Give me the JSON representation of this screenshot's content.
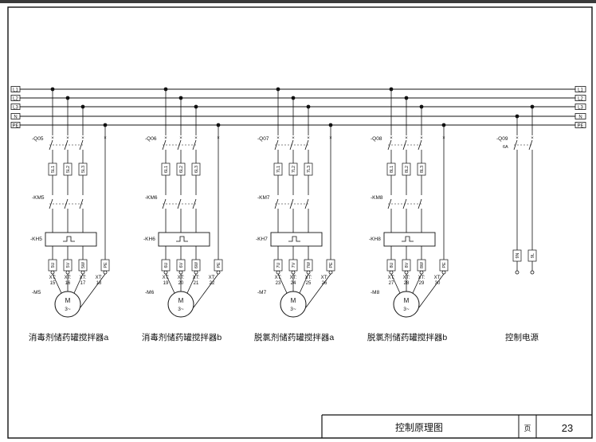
{
  "buses": [
    "L1",
    "L2",
    "L3",
    "N",
    "PE"
  ],
  "circuits": [
    {
      "breaker": "-Q05",
      "contactor": "-KM5",
      "relay": "-KH5",
      "motor": "-M5",
      "motor_label": "M",
      "motor_phase": "3~",
      "wires": [
        "5L1",
        "5L2",
        "5L3"
      ],
      "out_wires": [
        "5U",
        "5V",
        "5W",
        "PE"
      ],
      "terminal_prefix": "XT:",
      "terminals": [
        "15",
        "16",
        "17",
        "18"
      ],
      "name": "消毒剂储药罐搅拌器a"
    },
    {
      "breaker": "-Q06",
      "contactor": "-KM6",
      "relay": "-KH6",
      "motor": "-M6",
      "motor_label": "M",
      "motor_phase": "3~",
      "wires": [
        "6L1",
        "6L2",
        "6L3"
      ],
      "out_wires": [
        "6U",
        "6V",
        "6W",
        "PE"
      ],
      "terminal_prefix": "XT:",
      "terminals": [
        "19",
        "20",
        "21",
        "22"
      ],
      "name": "消毒剂储药罐搅拌器b"
    },
    {
      "breaker": "-Q07",
      "contactor": "-KM7",
      "relay": "-KH7",
      "motor": "-M7",
      "motor_label": "M",
      "motor_phase": "3~",
      "wires": [
        "7L1",
        "7L2",
        "7L3"
      ],
      "out_wires": [
        "7U",
        "7V",
        "7W",
        "PE"
      ],
      "terminal_prefix": "XT:",
      "terminals": [
        "23",
        "24",
        "25",
        "26"
      ],
      "name": "脱氯剂储药罐搅拌器a"
    },
    {
      "breaker": "-Q08",
      "contactor": "-KM8",
      "relay": "-KH8",
      "motor": "-M8",
      "motor_label": "M",
      "motor_phase": "3~",
      "wires": [
        "8L1",
        "8L2",
        "8L3"
      ],
      "out_wires": [
        "8U",
        "8V",
        "8W",
        "PE"
      ],
      "terminal_prefix": "XT:",
      "terminals": [
        "27",
        "28",
        "29",
        "30"
      ],
      "name": "脱氯剂储药罐搅拌器b"
    }
  ],
  "control_power": {
    "breaker": "-Q09",
    "rating": "6A",
    "wires": [
      "9N",
      "9L"
    ],
    "name": "控制电源"
  },
  "title_block": {
    "title": "控制原理图",
    "page_label": "页",
    "page_number": "23"
  }
}
